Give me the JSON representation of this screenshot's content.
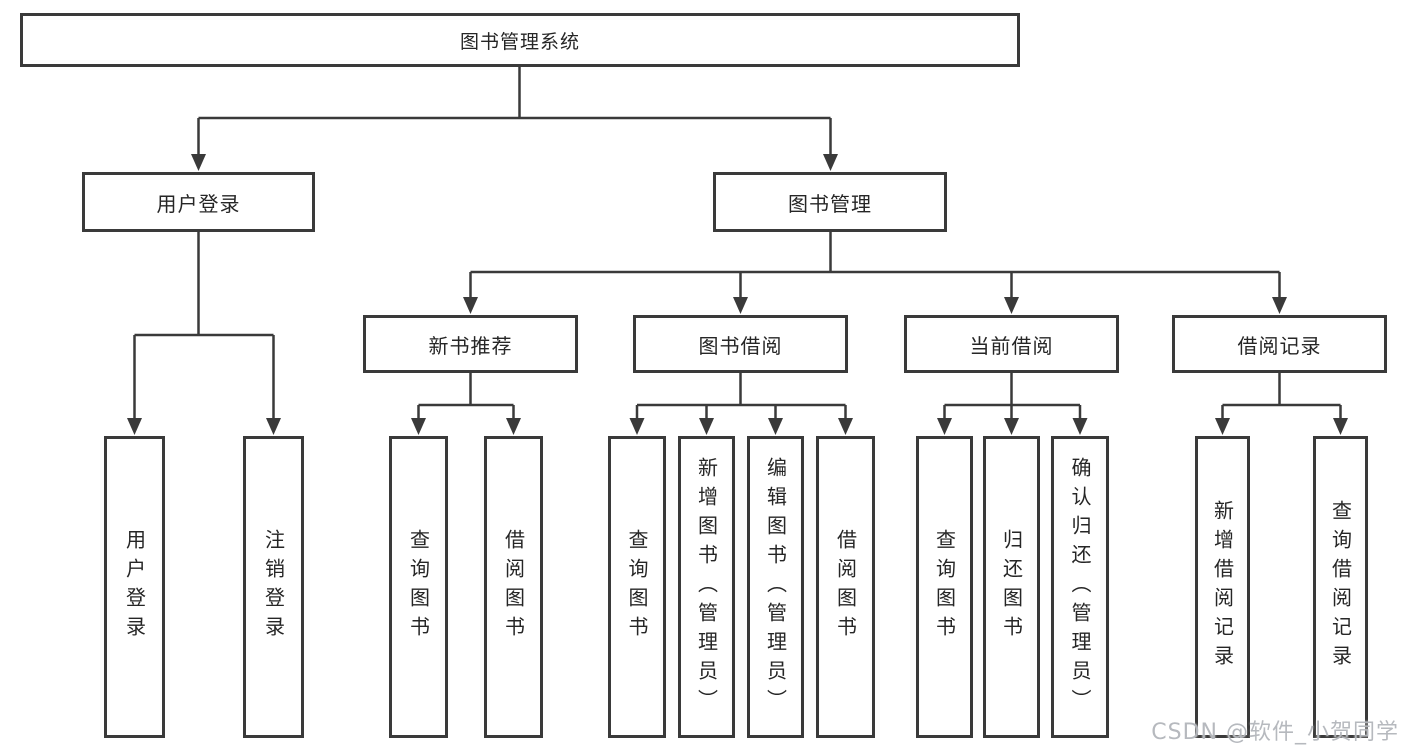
{
  "diagram_type": "hierarchy-tree",
  "nodes": {
    "root": "图书管理系统",
    "user_login": "用户登录",
    "book_management": "图书管理",
    "new_book_recommend": "新书推荐",
    "book_borrowing": "图书借阅",
    "current_borrowing": "当前借阅",
    "borrowing_records": "借阅记录",
    "leaf_user_login": "用户登录",
    "leaf_logout": "注销登录",
    "leaf_query_book": "查询图书",
    "leaf_borrow_book": "借阅图书",
    "leaf_add_book_admin": "新增图书（管理员）",
    "leaf_edit_book_admin": "编辑图书（管理员）",
    "leaf_return_book": "归还图书",
    "leaf_confirm_return_admin": "确认归还（管理员）",
    "leaf_add_borrow_record": "新增借阅记录",
    "leaf_query_borrow_record": "查询借阅记录"
  },
  "watermark": "CSDN @软件_小贺同学",
  "colors": {
    "line": "#3a3a3a",
    "box_border": "#3a3a3a",
    "text": "#262626",
    "background": "#ffffff",
    "watermark": "#b2b5ba"
  }
}
